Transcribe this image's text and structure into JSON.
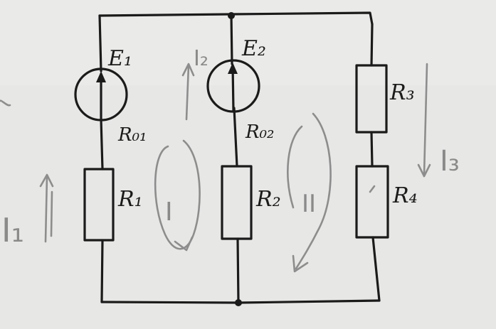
{
  "circuit": {
    "sources": [
      {
        "emf": "E₁",
        "internal_resistance": "R₀₁"
      },
      {
        "emf": "E₂",
        "internal_resistance": "R₀₂"
      }
    ],
    "resistors": [
      "R₁",
      "R₂",
      "R₃",
      "R₄"
    ]
  },
  "annotations": {
    "current_1": "I₁",
    "current_2": "I₂",
    "current_3": "I₃",
    "loop_1": "I",
    "loop_2": "II"
  }
}
